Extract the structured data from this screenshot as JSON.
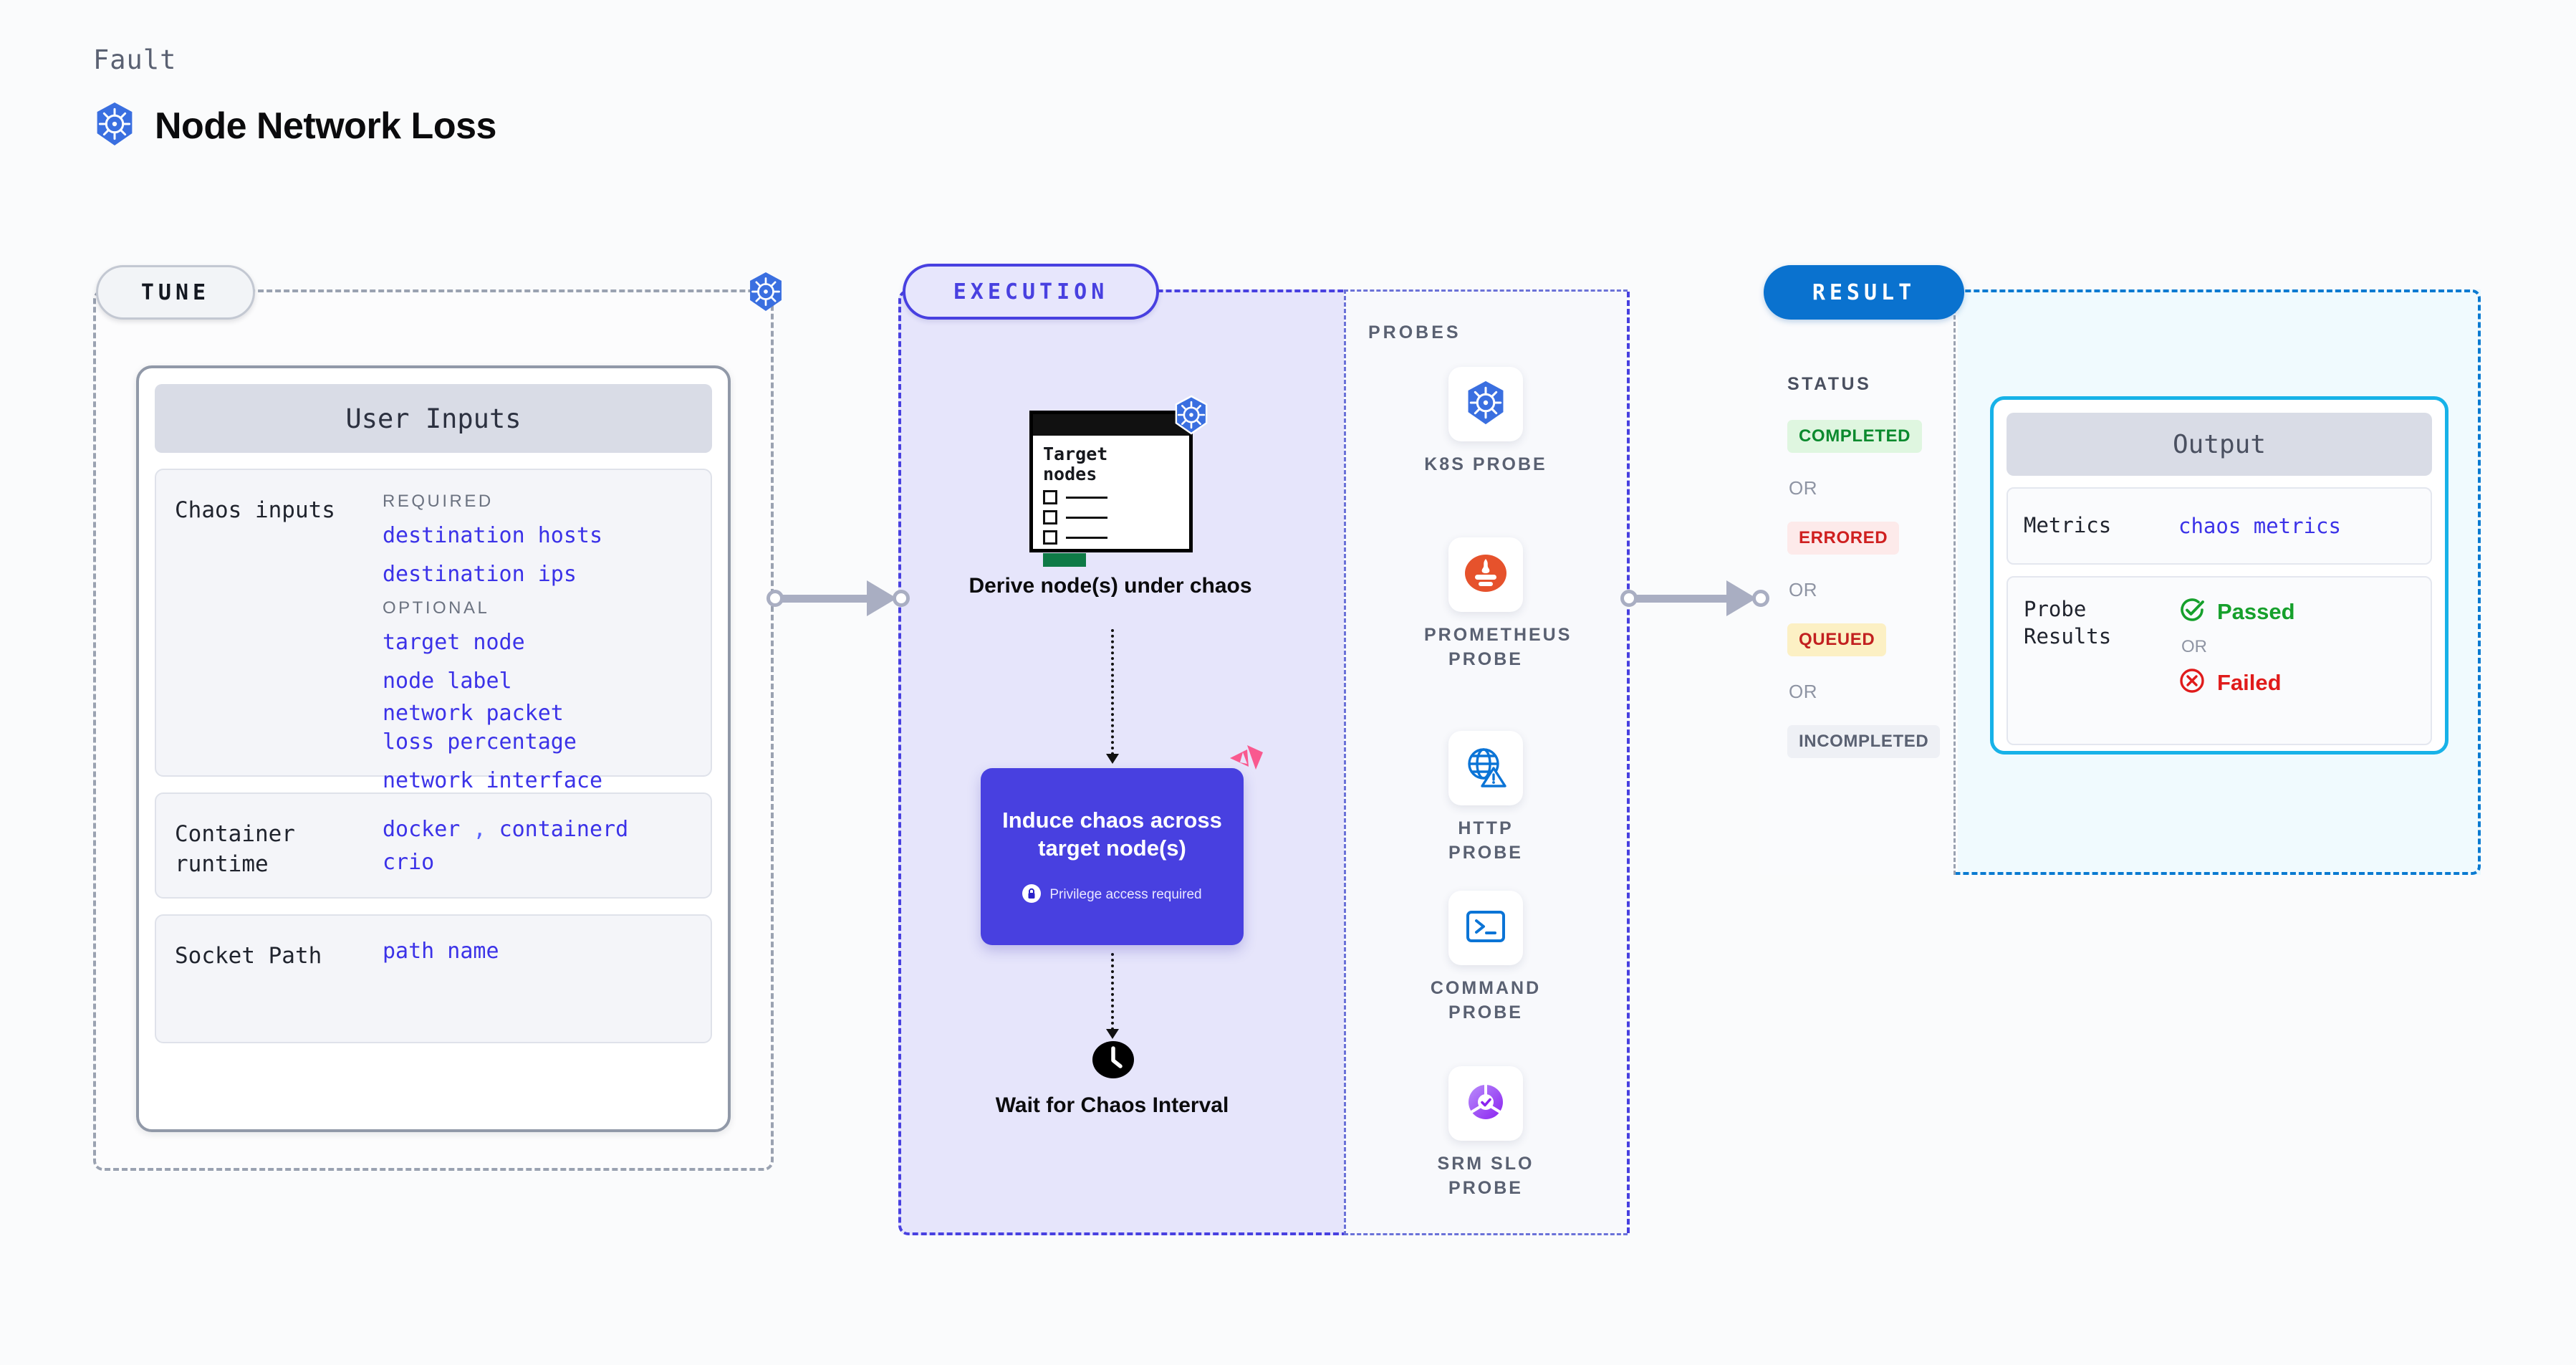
{
  "header": {
    "eyebrow": "Fault",
    "title": "Node Network Loss",
    "icon": "kubernetes-icon"
  },
  "stages": {
    "tune": {
      "pill": "TUNE",
      "icon": "kubernetes-icon"
    },
    "execution": {
      "pill": "EXECUTION"
    },
    "result": {
      "pill": "RESULT"
    }
  },
  "tune": {
    "card_title": "User Inputs",
    "rows": [
      {
        "label": "Chaos inputs",
        "groups": [
          {
            "title": "REQUIRED",
            "values": [
              "destination hosts",
              "destination ips"
            ]
          },
          {
            "title": "OPTIONAL",
            "values": [
              "target node",
              "node label",
              "network packet loss percentage",
              "network interface"
            ]
          }
        ]
      },
      {
        "label": "Container runtime",
        "values_line1": "docker",
        "separator": ",",
        "values_line1b": "containerd",
        "values_line2": "crio"
      },
      {
        "label": "Socket Path",
        "value": "path name"
      }
    ]
  },
  "execution": {
    "target_card": {
      "title_line1": "Target",
      "title_line2": "nodes",
      "icon": "kubernetes-icon",
      "checkbox_count": 3
    },
    "step1_label": "Derive node(s) under chaos",
    "step2": {
      "title": "Induce chaos across target node(s)",
      "privilege_note": "Privilege access required",
      "lock_icon": "lock-icon",
      "brand_icon": "litmus-logo-icon",
      "color": "#4840e0"
    },
    "step3": {
      "label": "Wait for Chaos Interval",
      "icon": "clock-icon"
    },
    "probes_title": "PROBES",
    "probes": [
      {
        "name": "K8S PROBE",
        "icon": "kubernetes-icon"
      },
      {
        "name": "PROMETHEUS PROBE",
        "icon": "prometheus-icon"
      },
      {
        "name": "HTTP PROBE",
        "icon": "globe-warning-icon"
      },
      {
        "name": "COMMAND PROBE",
        "icon": "terminal-icon"
      },
      {
        "name": "SRM SLO PROBE",
        "icon": "srm-slo-icon"
      }
    ]
  },
  "result": {
    "status_title": "STATUS",
    "or_label": "OR",
    "statuses": [
      {
        "label": "COMPLETED",
        "text_color": "#0b8a2e",
        "bg_color": "#dff6e0"
      },
      {
        "label": "ERRORED",
        "text_color": "#cf2020",
        "bg_color": "#fdeaea"
      },
      {
        "label": "QUEUED",
        "text_color": "#c22020",
        "bg_color": "#fcf0c4"
      },
      {
        "label": "INCOMPLETED",
        "text_color": "#5a6172",
        "bg_color": "#eef0f5"
      }
    ],
    "output": {
      "card_title": "Output",
      "metrics_label": "Metrics",
      "metrics_value": "chaos metrics",
      "probe_results_label": "Probe Results",
      "passed_label": "Passed",
      "failed_label": "Failed",
      "or_label": "OR",
      "passed_color": "#16a02c",
      "failed_color": "#e01b1b",
      "accent_color": "#17b2e8"
    }
  }
}
